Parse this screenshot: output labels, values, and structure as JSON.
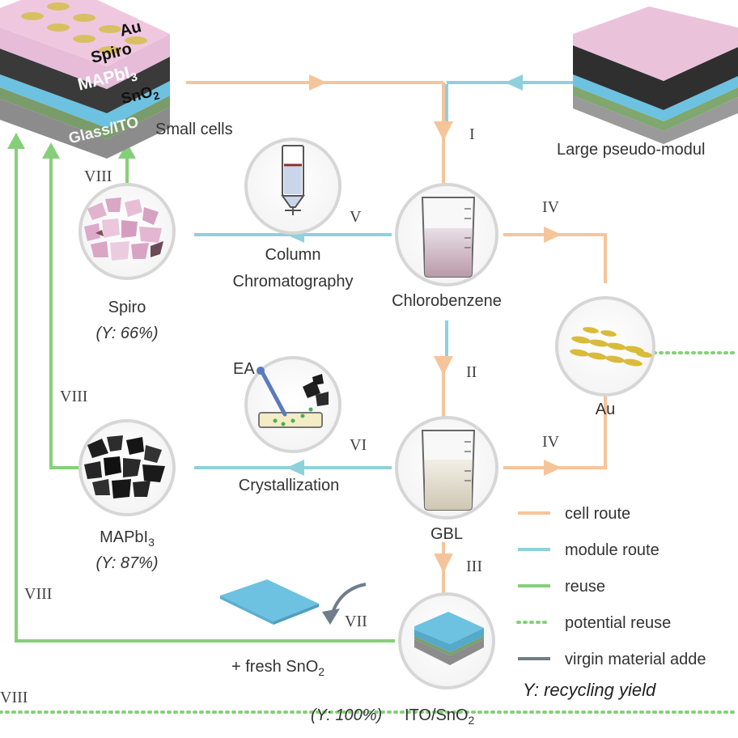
{
  "colors": {
    "cell_route": "#f6c49b",
    "module_route": "#8fd0dd",
    "reuse": "#86cf7a",
    "potential_reuse": "#86cf7a",
    "virgin_material": "#6f7d8a",
    "circle_border": "#d6d6d6"
  },
  "stack": {
    "au": "Au",
    "spiro": "Spiro",
    "mapbi": "MAPbI",
    "mapbi_sub": "3",
    "sno": "SnO",
    "sno_sub": "2",
    "glass": "Glass/ITO",
    "caption": "Small cells"
  },
  "module": {
    "caption": "Large pseudo-modul"
  },
  "nodes": {
    "column": {
      "line1": "Column",
      "line2": "Chromatography",
      "icon": "chromatography-column-icon"
    },
    "chlorobenzene": {
      "label": "Chlorobenzene",
      "icon": "beaker-icon"
    },
    "au": {
      "label": "Au",
      "icon": "gold-flakes-icon"
    },
    "spiro": {
      "label": "Spiro",
      "yield": "(Y: 66%)",
      "icon": "pink-crystals-icon"
    },
    "ea": {
      "label": "EA",
      "icon": "crystallization-dish-icon"
    },
    "crystallization": {
      "label": "Crystallization"
    },
    "gbl": {
      "label": "GBL",
      "icon": "beaker-icon"
    },
    "mapbi3": {
      "label": "MAPbI",
      "sub": "3",
      "yield": "(Y: 87%)",
      "icon": "black-crystals-icon"
    },
    "ito": {
      "label": "ITO/SnO",
      "sub": "2",
      "yield": "(Y: 100%)",
      "icon": "ito-substrate-icon"
    },
    "fresh": {
      "label": "+ fresh SnO",
      "sub": "2",
      "icon": "blue-plate-icon"
    }
  },
  "steps": {
    "I": "I",
    "II": "II",
    "III": "III",
    "IV_top": "IV",
    "IV_bottom": "IV",
    "V": "V",
    "VI": "VI",
    "VII": "VII",
    "VIII_spiro": "VIII",
    "VIII_mapbi": "VIII",
    "VIII_left": "VIII",
    "VIII_bottom": "VIII"
  },
  "legend": {
    "items": [
      {
        "label": "cell route",
        "color": "#f6c49b",
        "style": "solid"
      },
      {
        "label": "module route",
        "color": "#8fd0dd",
        "style": "solid"
      },
      {
        "label": "reuse",
        "color": "#86cf7a",
        "style": "solid"
      },
      {
        "label": "potential reuse",
        "color": "#86cf7a",
        "style": "dotted"
      },
      {
        "label": "virgin material adde",
        "color": "#6f7d8a",
        "style": "solid"
      }
    ],
    "note": "Y: recycling yield"
  }
}
